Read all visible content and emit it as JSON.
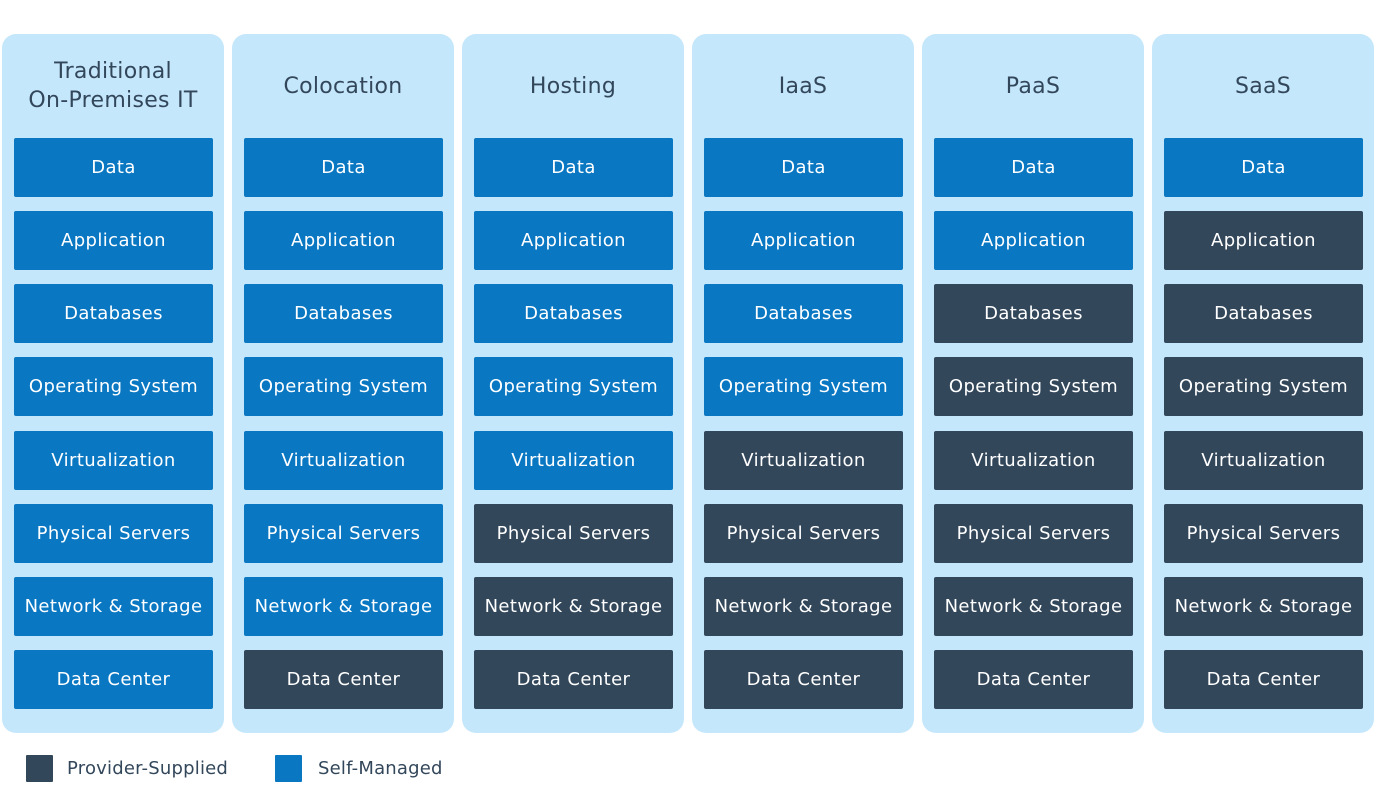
{
  "colors": {
    "self_managed": "#0a77c2",
    "provider_supplied": "#33475b",
    "column_background": "#c5e7fb",
    "title_text": "#33475b"
  },
  "columns": [
    {
      "title": "Traditional\nOn-Premises IT",
      "layers": [
        {
          "label": "Data",
          "managed_by": "self"
        },
        {
          "label": "Application",
          "managed_by": "self"
        },
        {
          "label": "Databases",
          "managed_by": "self"
        },
        {
          "label": "Operating System",
          "managed_by": "self"
        },
        {
          "label": "Virtualization",
          "managed_by": "self"
        },
        {
          "label": "Physical Servers",
          "managed_by": "self"
        },
        {
          "label": "Network & Storage",
          "managed_by": "self"
        },
        {
          "label": "Data Center",
          "managed_by": "self"
        }
      ]
    },
    {
      "title": "Colocation",
      "layers": [
        {
          "label": "Data",
          "managed_by": "self"
        },
        {
          "label": "Application",
          "managed_by": "self"
        },
        {
          "label": "Databases",
          "managed_by": "self"
        },
        {
          "label": "Operating System",
          "managed_by": "self"
        },
        {
          "label": "Virtualization",
          "managed_by": "self"
        },
        {
          "label": "Physical Servers",
          "managed_by": "self"
        },
        {
          "label": "Network & Storage",
          "managed_by": "self"
        },
        {
          "label": "Data Center",
          "managed_by": "provider"
        }
      ]
    },
    {
      "title": "Hosting",
      "layers": [
        {
          "label": "Data",
          "managed_by": "self"
        },
        {
          "label": "Application",
          "managed_by": "self"
        },
        {
          "label": "Databases",
          "managed_by": "self"
        },
        {
          "label": "Operating System",
          "managed_by": "self"
        },
        {
          "label": "Virtualization",
          "managed_by": "self"
        },
        {
          "label": "Physical Servers",
          "managed_by": "provider"
        },
        {
          "label": "Network & Storage",
          "managed_by": "provider"
        },
        {
          "label": "Data Center",
          "managed_by": "provider"
        }
      ]
    },
    {
      "title": "IaaS",
      "layers": [
        {
          "label": "Data",
          "managed_by": "self"
        },
        {
          "label": "Application",
          "managed_by": "self"
        },
        {
          "label": "Databases",
          "managed_by": "self"
        },
        {
          "label": "Operating System",
          "managed_by": "self"
        },
        {
          "label": "Virtualization",
          "managed_by": "provider"
        },
        {
          "label": "Physical Servers",
          "managed_by": "provider"
        },
        {
          "label": "Network & Storage",
          "managed_by": "provider"
        },
        {
          "label": "Data Center",
          "managed_by": "provider"
        }
      ]
    },
    {
      "title": "PaaS",
      "layers": [
        {
          "label": "Data",
          "managed_by": "self"
        },
        {
          "label": "Application",
          "managed_by": "self"
        },
        {
          "label": "Databases",
          "managed_by": "provider"
        },
        {
          "label": "Operating System",
          "managed_by": "provider"
        },
        {
          "label": "Virtualization",
          "managed_by": "provider"
        },
        {
          "label": "Physical Servers",
          "managed_by": "provider"
        },
        {
          "label": "Network & Storage",
          "managed_by": "provider"
        },
        {
          "label": "Data Center",
          "managed_by": "provider"
        }
      ]
    },
    {
      "title": "SaaS",
      "layers": [
        {
          "label": "Data",
          "managed_by": "self"
        },
        {
          "label": "Application",
          "managed_by": "provider"
        },
        {
          "label": "Databases",
          "managed_by": "provider"
        },
        {
          "label": "Operating System",
          "managed_by": "provider"
        },
        {
          "label": "Virtualization",
          "managed_by": "provider"
        },
        {
          "label": "Physical Servers",
          "managed_by": "provider"
        },
        {
          "label": "Network & Storage",
          "managed_by": "provider"
        },
        {
          "label": "Data Center",
          "managed_by": "provider"
        }
      ]
    }
  ],
  "legend": [
    {
      "label": "Provider-Supplied",
      "managed_by": "provider"
    },
    {
      "label": "Self-Managed",
      "managed_by": "self"
    }
  ]
}
